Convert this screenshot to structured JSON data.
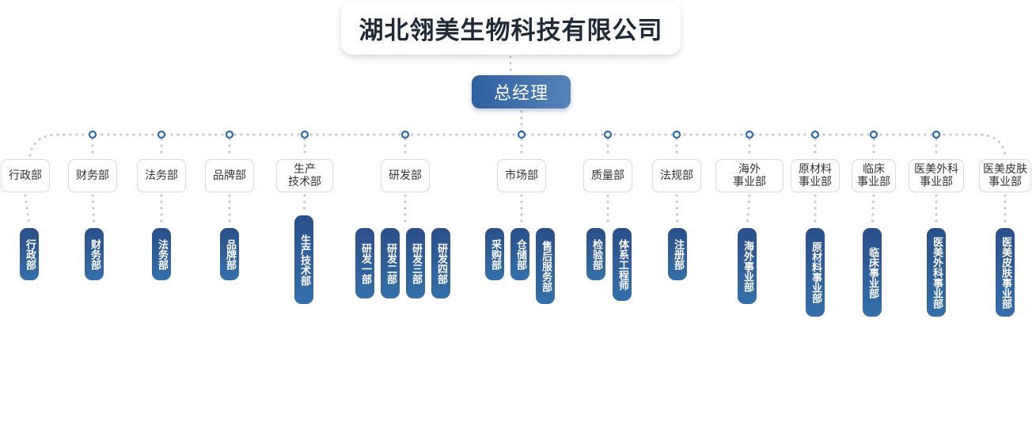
{
  "company": {
    "name": "湖北翎美生物科技有限公司"
  },
  "gm": {
    "label": "总经理"
  },
  "departments": [
    {
      "label": "行政部",
      "subs": [
        "行政部"
      ]
    },
    {
      "label": "财务部",
      "subs": [
        "财务部"
      ]
    },
    {
      "label": "法务部",
      "subs": [
        "法务部"
      ]
    },
    {
      "label": "品牌部",
      "subs": [
        "品牌部"
      ]
    },
    {
      "label": "生产\n技术部",
      "subs": [
        "生产技术部"
      ]
    },
    {
      "label": "研发部",
      "subs": [
        "研发一部",
        "研发二部",
        "研发三部",
        "研发四部"
      ]
    },
    {
      "label": "市场部",
      "subs": [
        "采购部",
        "仓储部",
        "售后服务部"
      ]
    },
    {
      "label": "质量部",
      "subs": [
        "检验部",
        "体系工程师"
      ]
    },
    {
      "label": "法规部",
      "subs": [
        "注册部"
      ]
    },
    {
      "label": "海外\n事业部",
      "subs": [
        "海外事业部"
      ]
    },
    {
      "label": "原材料\n事业部",
      "subs": [
        "原材料事业部"
      ]
    },
    {
      "label": "临床\n事业部",
      "subs": [
        "临床事业部"
      ]
    },
    {
      "label": "医美外科\n事业部",
      "subs": [
        "医美外科事业部"
      ]
    },
    {
      "label": "医美皮肤\n事业部",
      "subs": [
        "医美皮肤事业部"
      ]
    }
  ],
  "colors": {
    "pill_top": "#2a4f8a",
    "pill_bottom": "#3570aa",
    "node": "#2e6aa8",
    "connector": "#c8c8c8"
  }
}
